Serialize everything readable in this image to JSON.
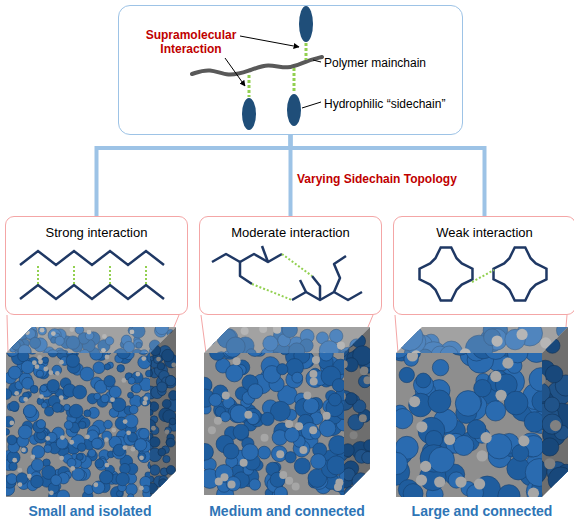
{
  "diagram": {
    "nodes": [
      {
        "text": [
          "Supramolecular Interaction",
          "Polymer mainchain",
          "Hydrophilic “sidechain”"
        ]
      },
      {
        "text": [
          "Strong interaction"
        ]
      },
      {
        "text": [
          "Moderate interaction"
        ]
      },
      {
        "text": [
          "Weak interaction"
        ]
      }
    ],
    "edges": [
      {
        "from": 0,
        "to": 1,
        "arrow": "none"
      },
      {
        "from": 0,
        "to": 2,
        "arrow": "none"
      },
      {
        "from": 0,
        "to": 3,
        "arrow": "none"
      }
    ],
    "labels": [
      "Varying Sidechain Topology",
      "Small and isolated",
      "Medium and connected",
      "Large and connected"
    ]
  }
}
